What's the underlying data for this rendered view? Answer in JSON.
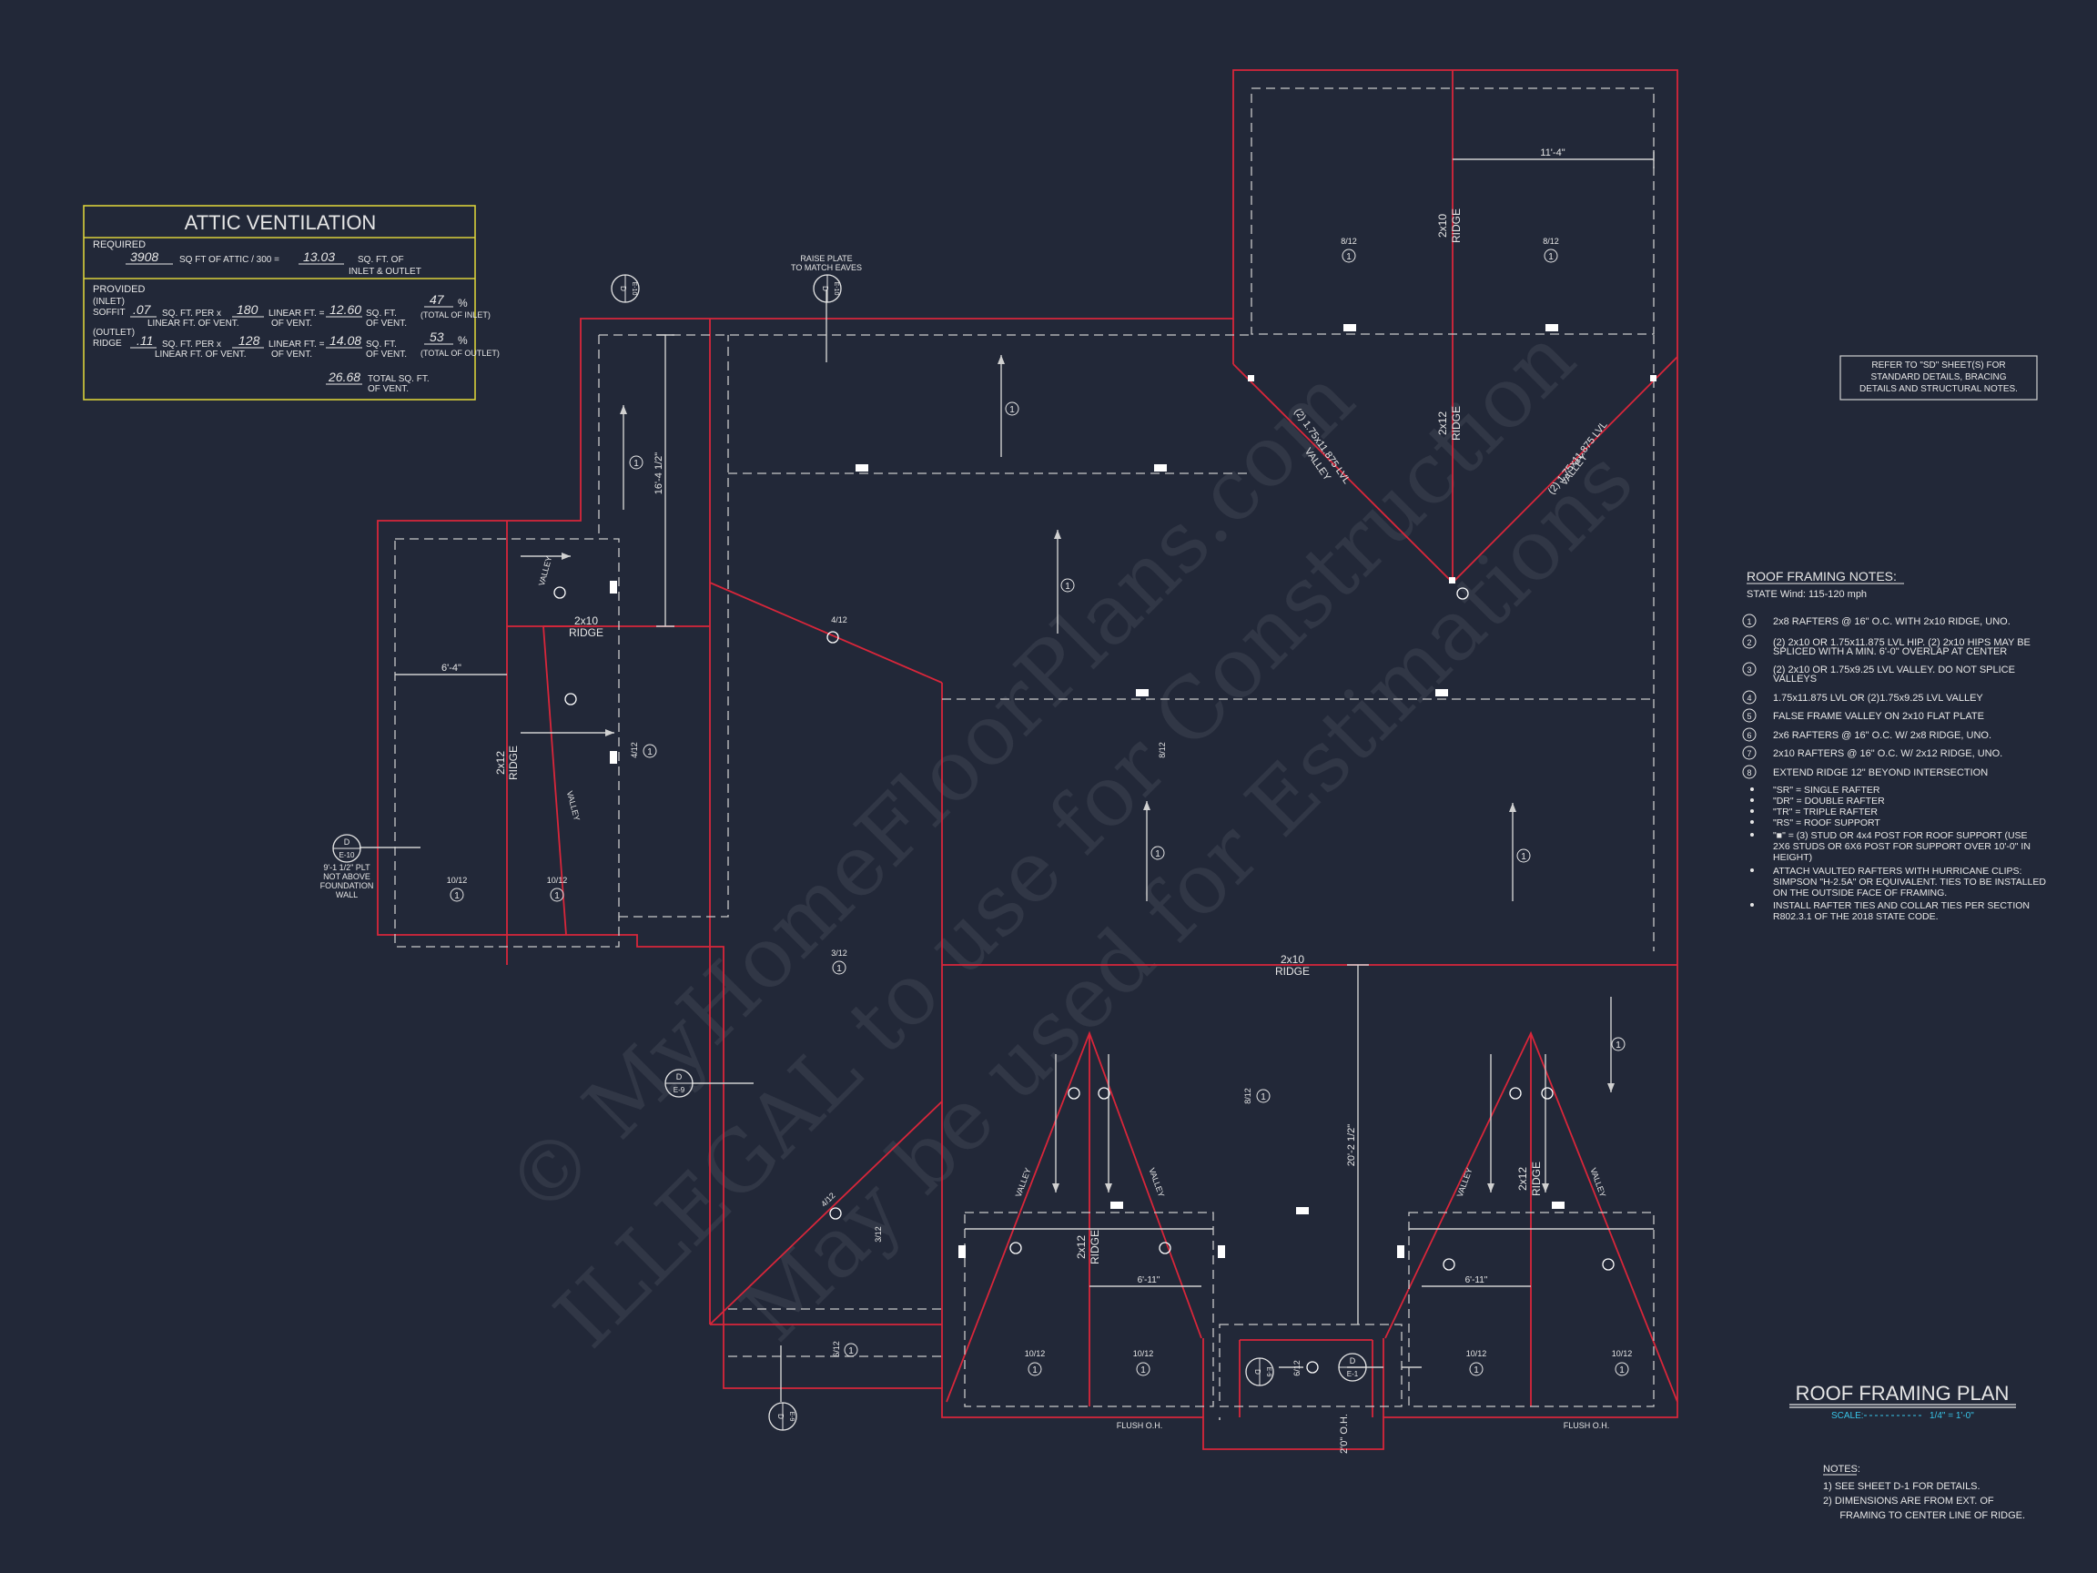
{
  "attic_ventilation": {
    "title": "ATTIC VENTILATION",
    "required_label": "REQUIRED",
    "required_sqft": "3908",
    "required_mid": "SQ FT OF ATTIC / 300 =",
    "required_result": "13.03",
    "required_unit": "SQ. FT. OF",
    "required_unit2": "INLET & OUTLET",
    "provided_label": "PROVIDED",
    "inlet_label": "(INLET)",
    "soffit_label": "SOFFIT",
    "soffit_vent": ".07",
    "soffit_per": "SQ. FT. PER x",
    "soffit_linear": "180",
    "soffit_linear_label": "LINEAR FT. =",
    "soffit_total": "12.60",
    "soffit_total_label": "SQ. FT.",
    "linear_ft_of_vent": "LINEAR FT. OF VENT.",
    "of_vent": "OF VENT.",
    "of_vent2": "OF VENT.",
    "soffit_pct": "47",
    "pct_sign": "%",
    "total_of_inlet": "(TOTAL OF INLET)",
    "outlet_label": "(OUTLET)",
    "ridge_label": "RIDGE",
    "ridge_vent": ".11",
    "ridge_per": "SQ. FT. PER x",
    "ridge_linear": "128",
    "ridge_linear_label": "LINEAR FT. =",
    "ridge_total": "14.08",
    "ridge_total_label": "SQ. FT.",
    "ridge_pct": "53",
    "total_of_outlet": "(TOTAL OF OUTLET)",
    "grand_total": "26.68",
    "grand_total_label": "TOTAL SQ. FT.",
    "grand_total_label2": "OF VENT."
  },
  "refer_note": [
    "REFER TO \"SD\" SHEET(S) FOR",
    "STANDARD DETAILS, BRACING",
    "DETAILS AND STRUCTURAL NOTES."
  ],
  "roof_framing_notes": {
    "title": "ROOF FRAMING NOTES:",
    "subtitle": "STATE Wind: 115-120 mph",
    "items": [
      {
        "num": "1",
        "lines": [
          "2x8 RAFTERS @ 16\" O.C. WITH 2x10 RIDGE, UNO."
        ]
      },
      {
        "num": "2",
        "lines": [
          "(2) 2x10 OR 1.75x11.875 LVL HIP. (2) 2x10 HIPS MAY BE",
          "SPLICED WITH A MIN. 6'-0\" OVERLAP AT CENTER"
        ]
      },
      {
        "num": "3",
        "lines": [
          "(2) 2x10 OR 1.75x9.25 LVL VALLEY. DO NOT SPLICE",
          "VALLEYS"
        ]
      },
      {
        "num": "4",
        "lines": [
          "1.75x11.875 LVL OR (2)1.75x9.25 LVL VALLEY"
        ]
      },
      {
        "num": "5",
        "lines": [
          "FALSE FRAME VALLEY ON 2x10 FLAT PLATE"
        ]
      },
      {
        "num": "6",
        "lines": [
          "2x6 RAFTERS @ 16\" O.C. W/ 2x8 RIDGE, UNO."
        ]
      },
      {
        "num": "7",
        "lines": [
          "2x10 RAFTERS @ 16\" O.C. W/ 2x12 RIDGE, UNO."
        ]
      },
      {
        "num": "8",
        "lines": [
          "EXTEND RIDGE 12\" BEYOND INTERSECTION"
        ]
      }
    ],
    "bullets": [
      [
        "\"SR\" = SINGLE RAFTER"
      ],
      [
        "\"DR\" = DOUBLE RAFTER"
      ],
      [
        "\"TR\" = TRIPLE RAFTER"
      ],
      [
        "\"RS\" = ROOF SUPPORT"
      ],
      [
        "\"■\" = (3) STUD OR 4x4 POST FOR ROOF SUPPORT (USE",
        "2X6 STUDS OR 6X6 POST FOR SUPPORT OVER 10'-0\" IN",
        "HEIGHT)"
      ],
      [
        "ATTACH VAULTED RAFTERS WITH HURRICANE CLIPS:",
        "SIMPSON \"H-2.5A\" OR EQUIVALENT. TIES TO BE INSTALLED",
        "ON THE OUTSIDE FACE OF FRAMING."
      ],
      [
        "INSTALL RAFTER TIES AND COLLAR TIES PER SECTION",
        "R802.3.1 OF THE 2018 STATE CODE."
      ]
    ]
  },
  "plan_title": {
    "title": "ROOF FRAMING PLAN",
    "scale_label": "SCALE:",
    "scale_value": "1/4\" = 1'-0\""
  },
  "notes": {
    "title": "NOTES:",
    "lines": [
      "1)  SEE SHEET D-1 FOR DETAILS.",
      "2)  DIMENSIONS ARE FROM EXT. OF",
      "      FRAMING TO CENTER LINE OF RIDGE."
    ]
  },
  "plan_labels": {
    "raise_plate": [
      "RAISE PLATE",
      "TO MATCH EAVES"
    ],
    "plt_note": [
      "9'-1 1/2\" PLT",
      "NOT ABOVE",
      "FOUNDATION",
      "WALL"
    ],
    "dim_11_4": "11'-4\"",
    "dim_16_4": "16'-4 1/2\"",
    "dim_6_4": "6'-4\"",
    "dim_20_2": "20'-2 1/2\"",
    "dim_6_11_a": "6'-11\"",
    "dim_6_11_b": "6'-11\"",
    "dim_2_oh": "2'0\" O.H.",
    "ridge_2x10": "2x10",
    "ridge_2x12": "2x12",
    "ridge_word": "RIDGE",
    "valley_word": "VALLEY",
    "lvl_valley": "(2) 1.75x11.875 LVL",
    "flush_oh": "FLUSH O.H.",
    "pitch_8_12": "8/12",
    "pitch_10_12": "10/12",
    "pitch_4_12": "4/12",
    "pitch_3_12": "3/12",
    "pitch_6_12": "6/12",
    "note_1": "1",
    "sec_d": "D",
    "sec_e1": "E-1",
    "sec_e9": "E-9",
    "sec_e10": "E-10"
  },
  "watermark": {
    "line1": "© MyHomeFloorPlans.com",
    "line2": "ILLEGAL to use for Construction",
    "line3": "May be used for Estimations"
  },
  "colors": {
    "background": "#222838",
    "red": "#d8263a",
    "yellow": "#d9cf3a",
    "cyan": "#38c5e8",
    "line": "#d0d0d0"
  }
}
